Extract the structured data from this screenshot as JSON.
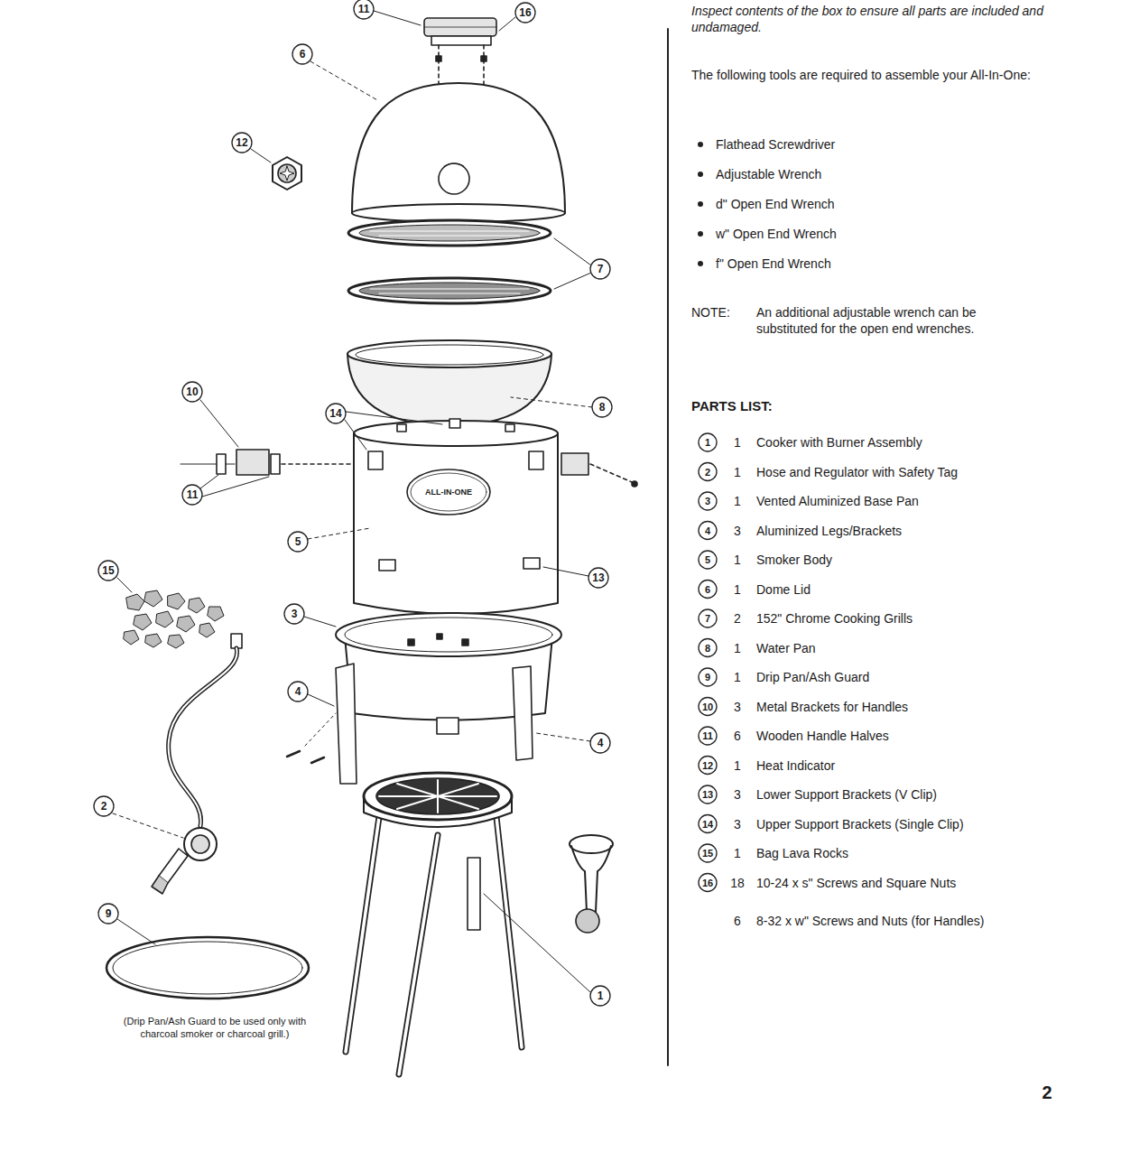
{
  "diagram": {
    "labels": [
      "11",
      "16",
      "6",
      "12",
      "7",
      "10",
      "14",
      "8",
      "ALL-IN-ONE",
      "11",
      "5",
      "15",
      "13",
      "3",
      "4",
      "4",
      "2",
      "9",
      "1",
      "(Drip Pan/Ash Guard to be used only with charcoal smoker or charcoal grill.)",
      "Inspect contents of the box to ensure all parts are included and undamaged.",
      "The following tools are required to assemble your All-In-One:",
      "Flathead Screwdriver",
      "Adjustable Wrench",
      "d\" Open End Wrench",
      "w\" Open End Wrench",
      "f\" Open End Wrench",
      "NOTE:",
      "An additional adjustable wrench can be substituted for the open end wrenches.",
      "PARTS LIST:",
      "1",
      "1",
      "Cooker with Burner Assembly",
      "2",
      "1",
      "Hose and Regulator with Safety Tag",
      "3",
      "1",
      "Vented Aluminized Base Pan",
      "4",
      "3",
      "Aluminized Legs/Brackets",
      "5",
      "1",
      "Smoker Body",
      "6",
      "1",
      "Dome Lid",
      "7",
      "2",
      "152\" Chrome Cooking Grills",
      "8",
      "1",
      "Water Pan",
      "9",
      "1",
      "Drip Pan/Ash Guard",
      "10",
      "3",
      "Metal Brackets for Handles",
      "11",
      "6",
      "Wooden Handle Halves",
      "12",
      "1",
      "Heat Indicator",
      "13",
      "3",
      "Lower Support Brackets (V Clip)",
      "14",
      "3",
      "Upper Support Brackets (Single Clip)",
      "15",
      "1",
      "Bag Lava Rocks",
      "16",
      "18",
      "10-24 x s\" Screws and Square Nuts",
      "6",
      "8-32 x w\" Screws and Nuts (for Handles)",
      "2"
    ]
  }
}
